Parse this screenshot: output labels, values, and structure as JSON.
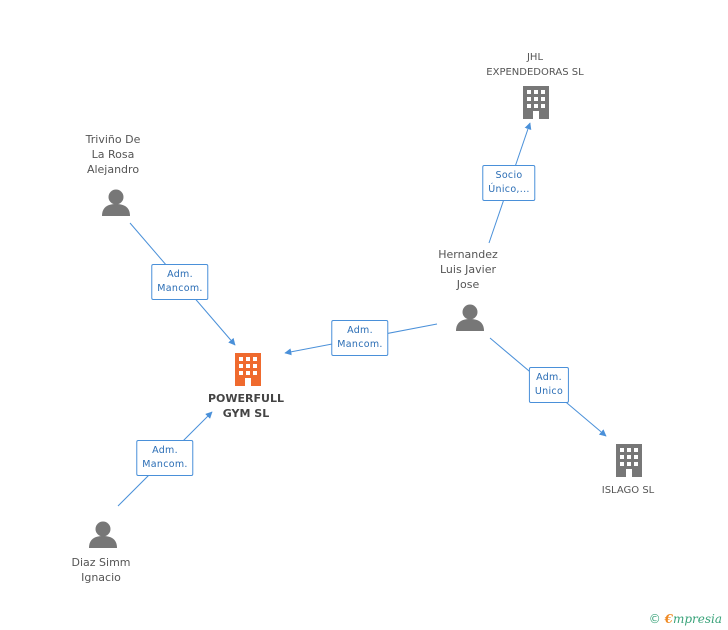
{
  "nodes": {
    "powerfull": {
      "label_lines": [
        "POWERFULL",
        "GYM SL"
      ],
      "type": "company",
      "color": "#ef6a2e"
    },
    "jhl": {
      "label_lines": [
        "JHL",
        "EXPENDEDORAS SL"
      ],
      "type": "company",
      "color": "#777777"
    },
    "islago": {
      "label_lines": [
        "ISLAGO SL"
      ],
      "type": "company",
      "color": "#777777"
    },
    "trivino": {
      "label_lines": [
        "Triviño De",
        "La Rosa",
        "Alejandro"
      ],
      "type": "person",
      "color": "#777777"
    },
    "hernandez": {
      "label_lines": [
        "Hernandez",
        "Luis Javier",
        "Jose"
      ],
      "type": "person",
      "color": "#777777"
    },
    "diaz": {
      "label_lines": [
        "Diaz Simm",
        "Ignacio"
      ],
      "type": "person",
      "color": "#777777"
    }
  },
  "edges": {
    "trivino_powerfull": [
      "Adm.",
      "Mancom."
    ],
    "hernandez_powerfull": [
      "Adm.",
      "Mancom."
    ],
    "diaz_powerfull": [
      "Adm.",
      "Mancom."
    ],
    "hernandez_jhl": [
      "Socio",
      "Único,..."
    ],
    "hernandez_islago": [
      "Adm.",
      "Unico"
    ]
  },
  "colors": {
    "edge": "#4a90d9",
    "highlight": "#ef6a2e",
    "icon": "#777777"
  },
  "footer": {
    "copyright_symbol": "©",
    "brand_initial": "€",
    "brand_rest": "mpresia"
  }
}
